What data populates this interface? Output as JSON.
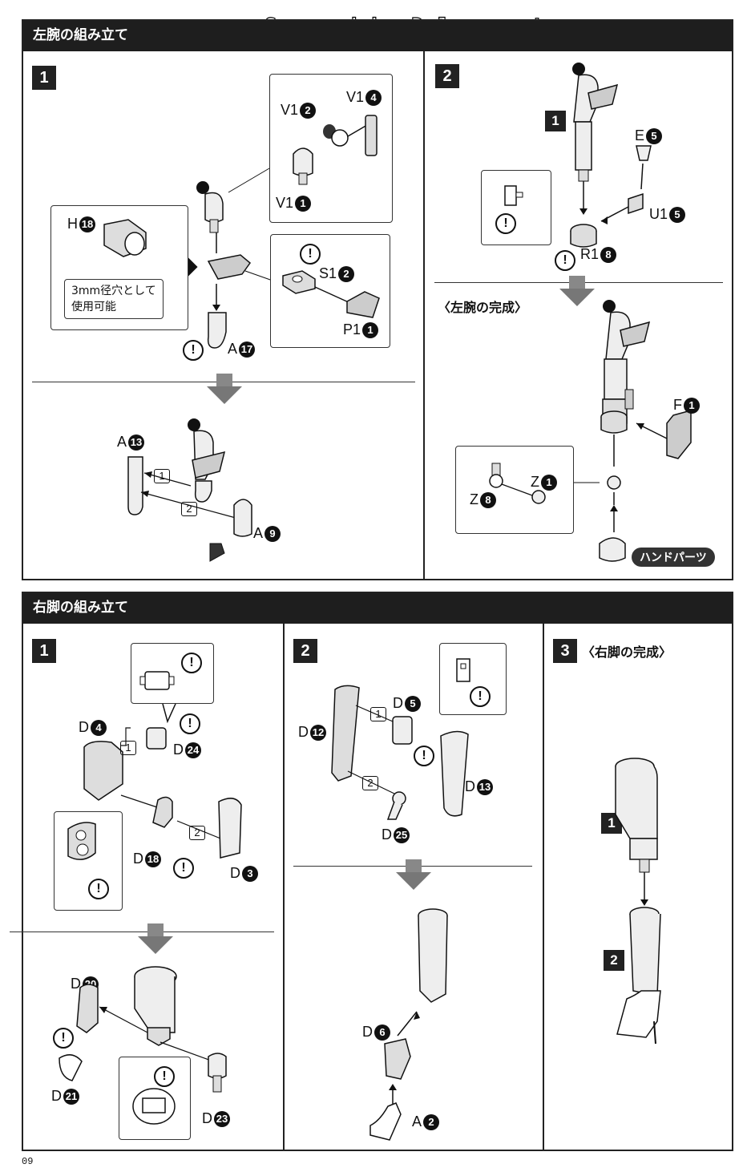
{
  "watermark": "Scanned by Dalong.net",
  "page_number": "09",
  "left_arm": {
    "title": "左腕の組み立て",
    "step1": {
      "num": "1",
      "v1_2": "V1",
      "v1_2n": "2",
      "v1_4": "V1",
      "v1_4n": "4",
      "v1_1": "V1",
      "v1_1n": "1",
      "h18": "H",
      "h18n": "18",
      "note_line1": "3mm径穴として",
      "note_line2": "使用可能",
      "s1_2": "S1",
      "s1_2n": "2",
      "p1_1": "P1",
      "p1_1n": "1",
      "a17": "A",
      "a17n": "17",
      "a13": "A",
      "a13n": "13",
      "a9": "A",
      "a9n": "9",
      "h1": "1",
      "h2": "2",
      "warn": "!"
    },
    "step2": {
      "num": "2",
      "inner1": "1",
      "e5": "E",
      "e5n": "5",
      "u15": "U1",
      "u15n": "5",
      "r18": "R1",
      "r18n": "8",
      "complete": "〈左腕の完成〉",
      "f1": "F",
      "f1n": "1",
      "z1": "Z",
      "z1n": "1",
      "z8": "Z",
      "z8n": "8",
      "hand_parts": "ハンドパーツ"
    }
  },
  "right_leg": {
    "title": "右脚の組み立て",
    "step1": {
      "num": "1",
      "d4": "D",
      "d4n": "4",
      "d24": "D",
      "d24n": "24",
      "d18": "D",
      "d18n": "18",
      "d3": "D",
      "d3n": "3",
      "d20": "D",
      "d20n": "20",
      "d21": "D",
      "d21n": "21",
      "d23": "D",
      "d23n": "23",
      "h1": "1",
      "h2": "2"
    },
    "step2": {
      "num": "2",
      "d12": "D",
      "d12n": "12",
      "d5": "D",
      "d5n": "5",
      "d13": "D",
      "d13n": "13",
      "d25": "D",
      "d25n": "25",
      "d6": "D",
      "d6n": "6",
      "a2": "A",
      "a2n": "2",
      "h1": "1",
      "h2": "2"
    },
    "step3": {
      "num": "3",
      "complete": "〈右脚の完成〉",
      "inner1": "1",
      "inner2": "2"
    }
  }
}
